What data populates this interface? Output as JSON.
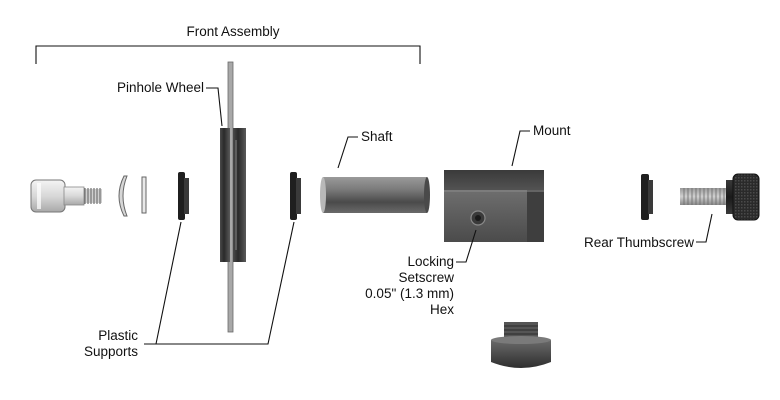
{
  "labels": {
    "front_assembly": "Front Assembly",
    "pinhole_wheel": "Pinhole Wheel",
    "shaft": "Shaft",
    "mount": "Mount",
    "locking_setscrew_line1": "Locking",
    "locking_setscrew_line2": "Setscrew",
    "locking_setscrew_line3": "0.05\" (1.3 mm)",
    "locking_setscrew_line4": "Hex",
    "rear_thumbscrew": "Rear Thumbscrew",
    "plastic_supports_line1": "Plastic",
    "plastic_supports_line2": "Supports"
  },
  "colors": {
    "metal_dark": "#2a2a2a",
    "metal_mid": "#5a5a5a",
    "metal_light": "#bfbfbf",
    "steel_light": "#e6e6e6",
    "line": "#111111"
  }
}
